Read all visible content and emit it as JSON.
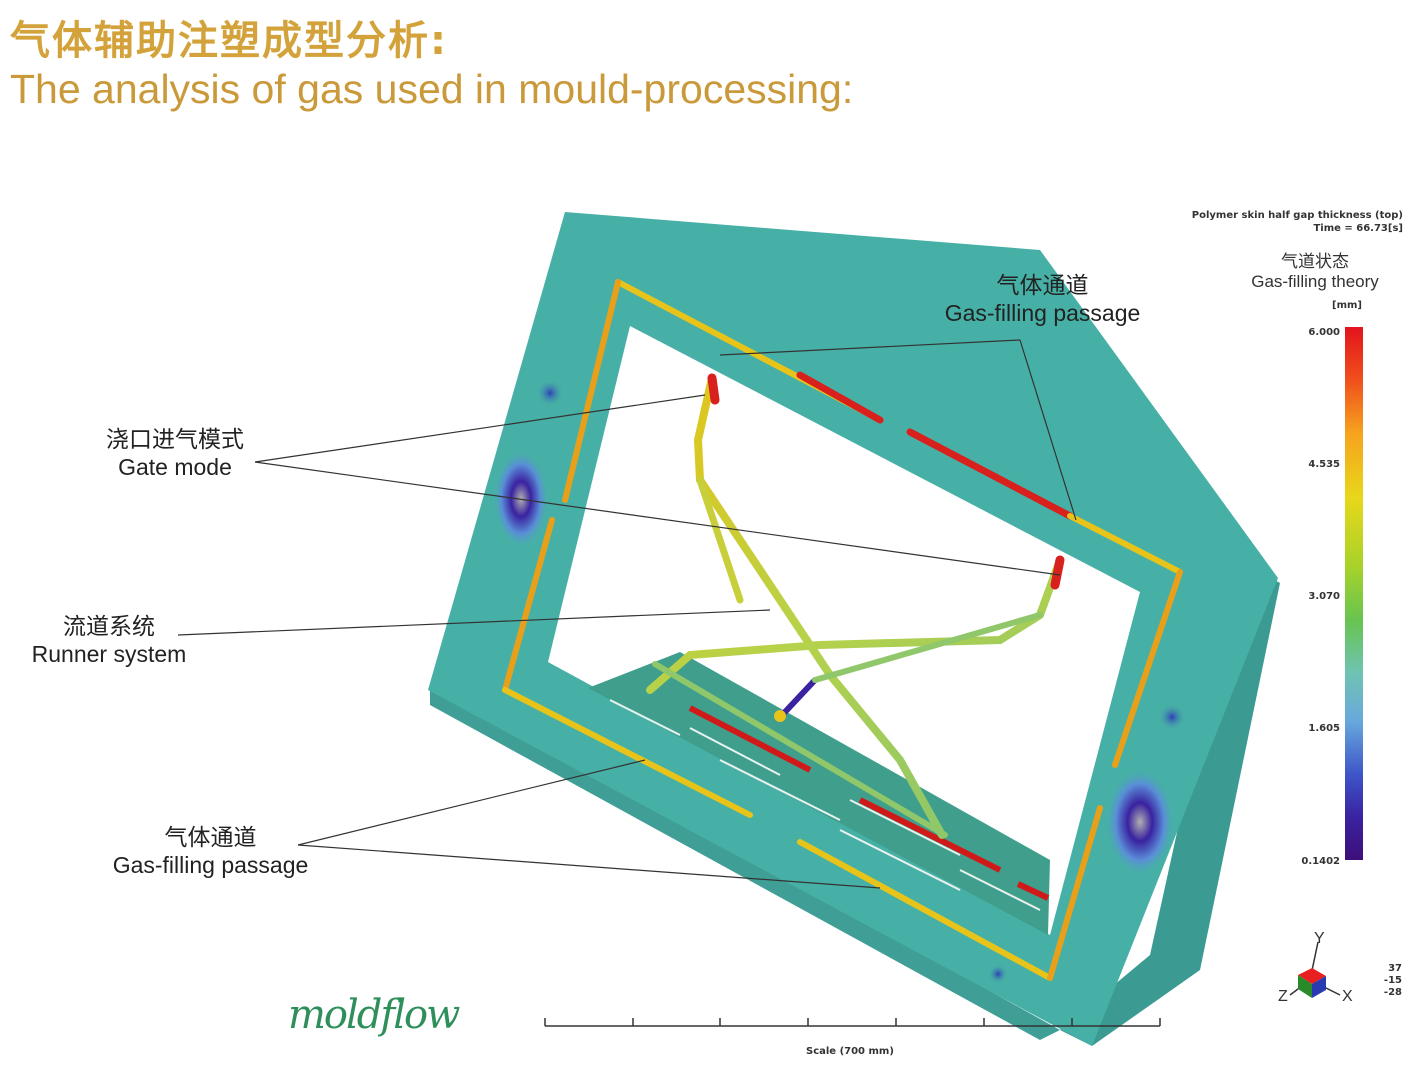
{
  "title": {
    "cn": "气体辅助注塑成型分析:",
    "en": "The analysis of gas used in mould-processing:"
  },
  "callouts": {
    "gas_passage_top": {
      "cn": "气体通道",
      "en": "Gas-filling passage"
    },
    "gate_mode": {
      "cn": "浇口进气模式",
      "en": "Gate mode"
    },
    "runner_system": {
      "cn": "流道系统",
      "en": "Runner system"
    },
    "gas_passage_bottom": {
      "cn": "气体通道",
      "en": "Gas-filling passage"
    }
  },
  "legend": {
    "result_line1": "Polymer skin half gap thickness (top)",
    "result_line2": "Time = 66.73[s]",
    "subtitle_cn": "气道状态",
    "subtitle_en": "Gas-filling theory",
    "unit": "[mm]",
    "ticks": [
      "6.000",
      "4.535",
      "3.070",
      "1.605",
      "0.1402"
    ]
  },
  "scale": {
    "label": "Scale (700 mm)"
  },
  "axes": {
    "x": "X",
    "y": "Y",
    "z": "Z",
    "values": [
      "37",
      "-15",
      "-28"
    ]
  },
  "logo": {
    "text": "moldflow"
  },
  "colors": {
    "title": "#d3a23a",
    "part_surface": "#47b0a6",
    "gas_channel_high": "#e2141c",
    "gas_channel_mid": "#e8c41a"
  }
}
